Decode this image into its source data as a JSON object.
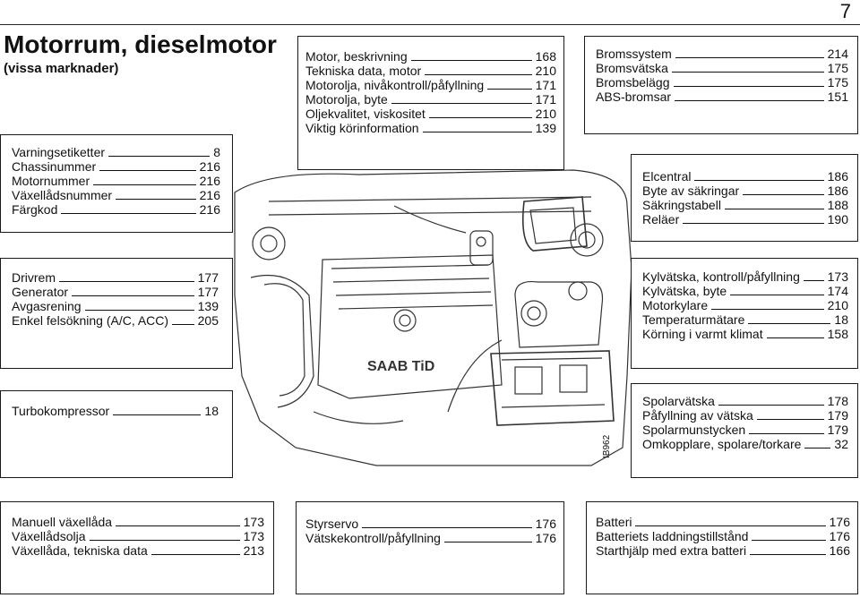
{
  "page_number": "7",
  "title": "Motorrum, dieselmotor",
  "subtitle": "(vissa marknader)",
  "image_code": "IB962",
  "boxes": {
    "motor": [
      {
        "label": "Motor, beskrivning",
        "page": "168"
      },
      {
        "label": "Tekniska data, motor",
        "page": "210"
      },
      {
        "label": "Motorolja, nivåkontroll/påfyllning",
        "page": "171"
      },
      {
        "label": "Motorolja, byte",
        "page": "171"
      },
      {
        "label": "Oljekvalitet, viskositet",
        "page": "210"
      },
      {
        "label": "Viktig körinformation",
        "page": "139"
      }
    ],
    "broms": [
      {
        "label": "Bromssystem",
        "page": "214"
      },
      {
        "label": "Bromsvätska",
        "page": "175"
      },
      {
        "label": "Bromsbelägg",
        "page": "175"
      },
      {
        "label": "ABS-bromsar",
        "page": "151"
      }
    ],
    "varning": [
      {
        "label": "Varningsetiketter",
        "page": "8"
      },
      {
        "label": "Chassinummer",
        "page": "216"
      },
      {
        "label": "Motornummer",
        "page": "216"
      },
      {
        "label": "Växellådsnummer",
        "page": "216"
      },
      {
        "label": "Färgkod",
        "page": "216"
      }
    ],
    "elcentral": [
      {
        "label": "Elcentral",
        "page": "186"
      },
      {
        "label": "Byte av säkringar",
        "page": "186"
      },
      {
        "label": "Säkringstabell",
        "page": "188"
      },
      {
        "label": "Reläer",
        "page": "190"
      }
    ],
    "drivrem": [
      {
        "label": "Drivrem",
        "page": "177"
      },
      {
        "label": "Generator",
        "page": "177"
      },
      {
        "label": "Avgasrening",
        "page": "139"
      },
      {
        "label": "Enkel felsökning (A/C, ACC)",
        "page": "205"
      }
    ],
    "kyl": [
      {
        "label": "Kylvätska, kontroll/påfyllning",
        "page": "173"
      },
      {
        "label": "Kylvätska, byte",
        "page": "174"
      },
      {
        "label": "Motorkylare",
        "page": "210"
      },
      {
        "label": "Temperaturmätare",
        "page": "18"
      },
      {
        "label": "Körning i varmt klimat",
        "page": "158"
      }
    ],
    "turbo": [
      {
        "label": "Turbokompressor",
        "page": "18"
      }
    ],
    "spolar": [
      {
        "label": "Spolarvätska",
        "page": "178"
      },
      {
        "label": "Påfyllning av vätska",
        "page": "179"
      },
      {
        "label": "Spolarmunstycken",
        "page": "179"
      },
      {
        "label": "Omkopplare, spolare/torkare",
        "page": "32"
      }
    ],
    "manuell": [
      {
        "label": "Manuell växellåda",
        "page": "173"
      },
      {
        "label": "Växellådsolja",
        "page": "173"
      },
      {
        "label": "Växellåda, tekniska data",
        "page": "213"
      }
    ],
    "styrservo": [
      {
        "label": "Styrservo",
        "page": "176"
      },
      {
        "label": "Vätskekontroll/påfyllning",
        "page": "176"
      }
    ],
    "batteri": [
      {
        "label": "Batteri",
        "page": "176"
      },
      {
        "label": "Batteriets laddningstillstånd",
        "page": "176"
      },
      {
        "label": "Starthjälp med extra batteri",
        "page": "166"
      }
    ]
  },
  "engine_logo": "SAAB TiD"
}
